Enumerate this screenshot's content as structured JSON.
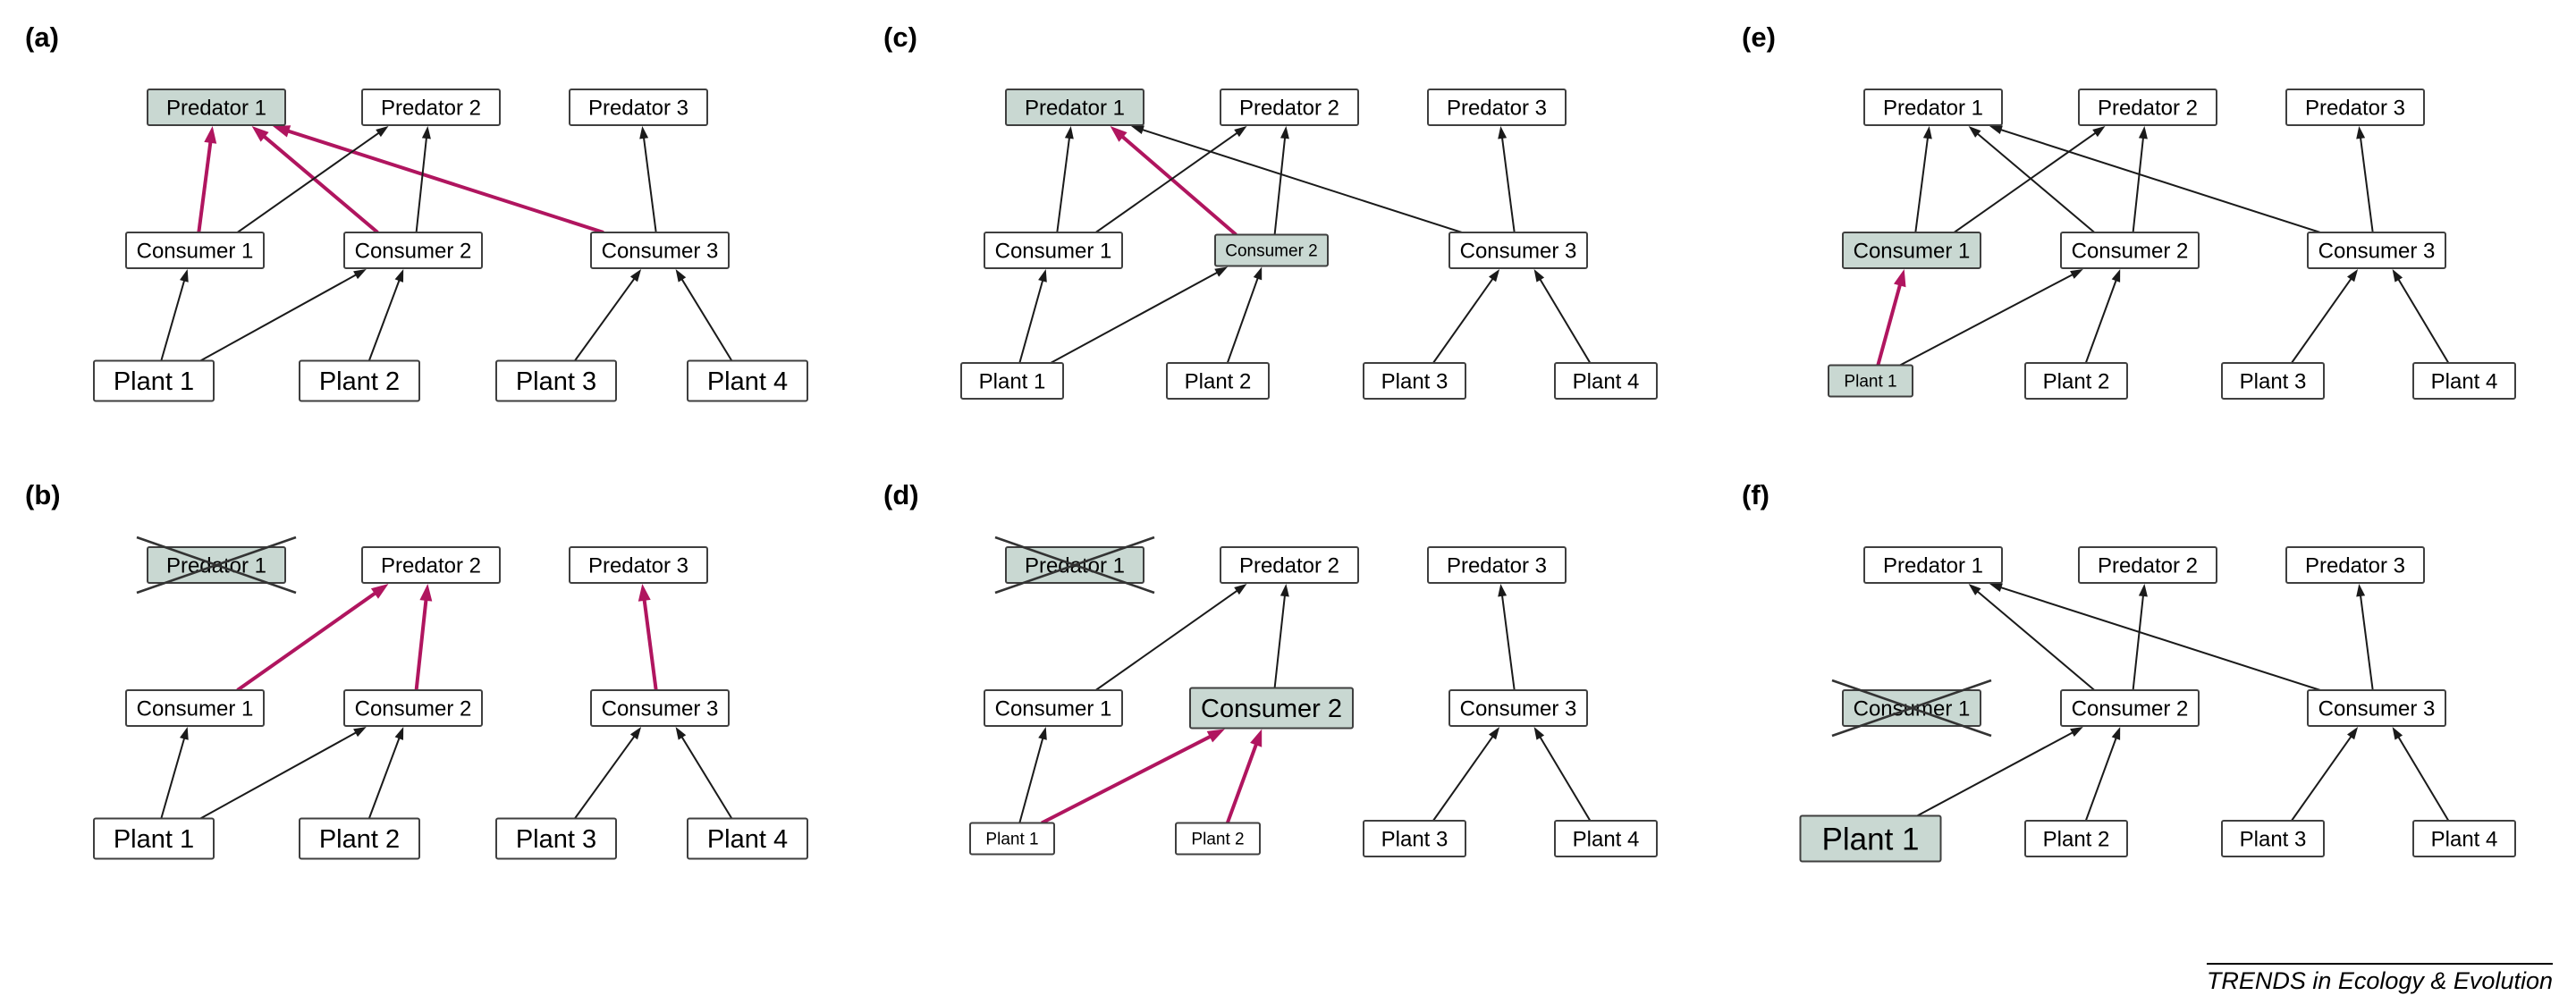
{
  "figure": {
    "credit": "TRENDS in Ecology & Evolution"
  },
  "colors": {
    "background": "#ffffff",
    "node_fill": "#ffffff",
    "highlight_fill": "#c9d8d2",
    "node_border": "#3f3f3f",
    "text": "#000000",
    "edge_black": "#1a1a1a",
    "edge_magenta": "#b0155f",
    "cross": "#333333"
  },
  "panels": [
    {
      "id": "a",
      "label": "(a)",
      "nodes": [
        {
          "id": "pred1",
          "label": "Predator 1",
          "row": "predator",
          "col": 0,
          "highlight": true,
          "crossed": false,
          "size": "normal"
        },
        {
          "id": "pred2",
          "label": "Predator 2",
          "row": "predator",
          "col": 1,
          "highlight": false,
          "crossed": false,
          "size": "normal"
        },
        {
          "id": "pred3",
          "label": "Predator 3",
          "row": "predator",
          "col": 2,
          "highlight": false,
          "crossed": false,
          "size": "normal"
        },
        {
          "id": "cons1",
          "label": "Consumer 1",
          "row": "consumer",
          "col": 0,
          "highlight": false,
          "crossed": false,
          "size": "normal"
        },
        {
          "id": "cons2",
          "label": "Consumer 2",
          "row": "consumer",
          "col": 1,
          "highlight": false,
          "crossed": false,
          "size": "normal"
        },
        {
          "id": "cons3",
          "label": "Consumer 3",
          "row": "consumer",
          "col": 2,
          "highlight": false,
          "crossed": false,
          "size": "normal"
        },
        {
          "id": "plant1",
          "label": "Plant 1",
          "row": "plant",
          "col": 0,
          "highlight": false,
          "crossed": false,
          "size": "large"
        },
        {
          "id": "plant2",
          "label": "Plant 2",
          "row": "plant",
          "col": 1,
          "highlight": false,
          "crossed": false,
          "size": "large"
        },
        {
          "id": "plant3",
          "label": "Plant 3",
          "row": "plant",
          "col": 2,
          "highlight": false,
          "crossed": false,
          "size": "large"
        },
        {
          "id": "plant4",
          "label": "Plant 4",
          "row": "plant",
          "col": 3,
          "highlight": false,
          "crossed": false,
          "size": "large"
        }
      ],
      "edges": [
        {
          "from": "cons1",
          "to": "pred1",
          "color": "magenta"
        },
        {
          "from": "cons2",
          "to": "pred1",
          "color": "magenta"
        },
        {
          "from": "cons3",
          "to": "pred1",
          "color": "magenta"
        },
        {
          "from": "cons1",
          "to": "pred2",
          "color": "black"
        },
        {
          "from": "cons2",
          "to": "pred2",
          "color": "black"
        },
        {
          "from": "cons3",
          "to": "pred3",
          "color": "black"
        },
        {
          "from": "plant1",
          "to": "cons1",
          "color": "black"
        },
        {
          "from": "plant1",
          "to": "cons2",
          "color": "black"
        },
        {
          "from": "plant2",
          "to": "cons2",
          "color": "black"
        },
        {
          "from": "plant3",
          "to": "cons3",
          "color": "black"
        },
        {
          "from": "plant4",
          "to": "cons3",
          "color": "black"
        }
      ]
    },
    {
      "id": "b",
      "label": "(b)",
      "nodes": [
        {
          "id": "pred1",
          "label": "Predator 1",
          "row": "predator",
          "col": 0,
          "highlight": true,
          "crossed": true,
          "size": "normal"
        },
        {
          "id": "pred2",
          "label": "Predator 2",
          "row": "predator",
          "col": 1,
          "highlight": false,
          "crossed": false,
          "size": "normal"
        },
        {
          "id": "pred3",
          "label": "Predator 3",
          "row": "predator",
          "col": 2,
          "highlight": false,
          "crossed": false,
          "size": "normal"
        },
        {
          "id": "cons1",
          "label": "Consumer 1",
          "row": "consumer",
          "col": 0,
          "highlight": false,
          "crossed": false,
          "size": "normal"
        },
        {
          "id": "cons2",
          "label": "Consumer 2",
          "row": "consumer",
          "col": 1,
          "highlight": false,
          "crossed": false,
          "size": "normal"
        },
        {
          "id": "cons3",
          "label": "Consumer 3",
          "row": "consumer",
          "col": 2,
          "highlight": false,
          "crossed": false,
          "size": "normal"
        },
        {
          "id": "plant1",
          "label": "Plant 1",
          "row": "plant",
          "col": 0,
          "highlight": false,
          "crossed": false,
          "size": "large"
        },
        {
          "id": "plant2",
          "label": "Plant 2",
          "row": "plant",
          "col": 1,
          "highlight": false,
          "crossed": false,
          "size": "large"
        },
        {
          "id": "plant3",
          "label": "Plant 3",
          "row": "plant",
          "col": 2,
          "highlight": false,
          "crossed": false,
          "size": "large"
        },
        {
          "id": "plant4",
          "label": "Plant 4",
          "row": "plant",
          "col": 3,
          "highlight": false,
          "crossed": false,
          "size": "large"
        }
      ],
      "edges": [
        {
          "from": "cons1",
          "to": "pred2",
          "color": "magenta"
        },
        {
          "from": "cons2",
          "to": "pred2",
          "color": "magenta"
        },
        {
          "from": "cons3",
          "to": "pred3",
          "color": "magenta"
        },
        {
          "from": "plant1",
          "to": "cons1",
          "color": "black"
        },
        {
          "from": "plant1",
          "to": "cons2",
          "color": "black"
        },
        {
          "from": "plant2",
          "to": "cons2",
          "color": "black"
        },
        {
          "from": "plant3",
          "to": "cons3",
          "color": "black"
        },
        {
          "from": "plant4",
          "to": "cons3",
          "color": "black"
        }
      ]
    },
    {
      "id": "c",
      "label": "(c)",
      "nodes": [
        {
          "id": "pred1",
          "label": "Predator 1",
          "row": "predator",
          "col": 0,
          "highlight": true,
          "crossed": false,
          "size": "normal"
        },
        {
          "id": "pred2",
          "label": "Predator 2",
          "row": "predator",
          "col": 1,
          "highlight": false,
          "crossed": false,
          "size": "normal"
        },
        {
          "id": "pred3",
          "label": "Predator 3",
          "row": "predator",
          "col": 2,
          "highlight": false,
          "crossed": false,
          "size": "normal"
        },
        {
          "id": "cons1",
          "label": "Consumer 1",
          "row": "consumer",
          "col": 0,
          "highlight": false,
          "crossed": false,
          "size": "normal"
        },
        {
          "id": "cons2",
          "label": "Consumer 2",
          "row": "consumer",
          "col": 1,
          "highlight": true,
          "crossed": false,
          "size": "small"
        },
        {
          "id": "cons3",
          "label": "Consumer 3",
          "row": "consumer",
          "col": 2,
          "highlight": false,
          "crossed": false,
          "size": "normal"
        },
        {
          "id": "plant1",
          "label": "Plant 1",
          "row": "plant",
          "col": 0,
          "highlight": false,
          "crossed": false,
          "size": "normal"
        },
        {
          "id": "plant2",
          "label": "Plant 2",
          "row": "plant",
          "col": 1,
          "highlight": false,
          "crossed": false,
          "size": "normal"
        },
        {
          "id": "plant3",
          "label": "Plant 3",
          "row": "plant",
          "col": 2,
          "highlight": false,
          "crossed": false,
          "size": "normal"
        },
        {
          "id": "plant4",
          "label": "Plant 4",
          "row": "plant",
          "col": 3,
          "highlight": false,
          "crossed": false,
          "size": "normal"
        }
      ],
      "edges": [
        {
          "from": "cons2",
          "to": "pred1",
          "color": "magenta"
        },
        {
          "from": "cons1",
          "to": "pred1",
          "color": "black"
        },
        {
          "from": "cons1",
          "to": "pred2",
          "color": "black"
        },
        {
          "from": "cons2",
          "to": "pred2",
          "color": "black"
        },
        {
          "from": "cons3",
          "to": "pred1",
          "color": "black"
        },
        {
          "from": "cons3",
          "to": "pred3",
          "color": "black"
        },
        {
          "from": "plant1",
          "to": "cons1",
          "color": "black"
        },
        {
          "from": "plant1",
          "to": "cons2",
          "color": "black"
        },
        {
          "from": "plant2",
          "to": "cons2",
          "color": "black"
        },
        {
          "from": "plant3",
          "to": "cons3",
          "color": "black"
        },
        {
          "from": "plant4",
          "to": "cons3",
          "color": "black"
        }
      ]
    },
    {
      "id": "d",
      "label": "(d)",
      "nodes": [
        {
          "id": "pred1",
          "label": "Predator 1",
          "row": "predator",
          "col": 0,
          "highlight": true,
          "crossed": true,
          "size": "normal"
        },
        {
          "id": "pred2",
          "label": "Predator 2",
          "row": "predator",
          "col": 1,
          "highlight": false,
          "crossed": false,
          "size": "normal"
        },
        {
          "id": "pred3",
          "label": "Predator 3",
          "row": "predator",
          "col": 2,
          "highlight": false,
          "crossed": false,
          "size": "normal"
        },
        {
          "id": "cons1",
          "label": "Consumer 1",
          "row": "consumer",
          "col": 0,
          "highlight": false,
          "crossed": false,
          "size": "normal"
        },
        {
          "id": "cons2",
          "label": "Consumer 2",
          "row": "consumer",
          "col": 1,
          "highlight": true,
          "crossed": false,
          "size": "large"
        },
        {
          "id": "cons3",
          "label": "Consumer 3",
          "row": "consumer",
          "col": 2,
          "highlight": false,
          "crossed": false,
          "size": "normal"
        },
        {
          "id": "plant1",
          "label": "Plant 1",
          "row": "plant",
          "col": 0,
          "highlight": false,
          "crossed": false,
          "size": "small"
        },
        {
          "id": "plant2",
          "label": "Plant 2",
          "row": "plant",
          "col": 1,
          "highlight": false,
          "crossed": false,
          "size": "small"
        },
        {
          "id": "plant3",
          "label": "Plant 3",
          "row": "plant",
          "col": 2,
          "highlight": false,
          "crossed": false,
          "size": "normal"
        },
        {
          "id": "plant4",
          "label": "Plant 4",
          "row": "plant",
          "col": 3,
          "highlight": false,
          "crossed": false,
          "size": "normal"
        }
      ],
      "edges": [
        {
          "from": "plant1",
          "to": "cons2",
          "color": "magenta"
        },
        {
          "from": "plant2",
          "to": "cons2",
          "color": "magenta"
        },
        {
          "from": "plant1",
          "to": "cons1",
          "color": "black"
        },
        {
          "from": "plant3",
          "to": "cons3",
          "color": "black"
        },
        {
          "from": "plant4",
          "to": "cons3",
          "color": "black"
        },
        {
          "from": "cons1",
          "to": "pred2",
          "color": "black"
        },
        {
          "from": "cons2",
          "to": "pred2",
          "color": "black"
        },
        {
          "from": "cons3",
          "to": "pred3",
          "color": "black"
        }
      ]
    },
    {
      "id": "e",
      "label": "(e)",
      "nodes": [
        {
          "id": "pred1",
          "label": "Predator 1",
          "row": "predator",
          "col": 0,
          "highlight": false,
          "crossed": false,
          "size": "normal"
        },
        {
          "id": "pred2",
          "label": "Predator 2",
          "row": "predator",
          "col": 1,
          "highlight": false,
          "crossed": false,
          "size": "normal"
        },
        {
          "id": "pred3",
          "label": "Predator 3",
          "row": "predator",
          "col": 2,
          "highlight": false,
          "crossed": false,
          "size": "normal"
        },
        {
          "id": "cons1",
          "label": "Consumer 1",
          "row": "consumer",
          "col": 0,
          "highlight": true,
          "crossed": false,
          "size": "normal"
        },
        {
          "id": "cons2",
          "label": "Consumer 2",
          "row": "consumer",
          "col": 1,
          "highlight": false,
          "crossed": false,
          "size": "normal"
        },
        {
          "id": "cons3",
          "label": "Consumer 3",
          "row": "consumer",
          "col": 2,
          "highlight": false,
          "crossed": false,
          "size": "normal"
        },
        {
          "id": "plant1",
          "label": "Plant 1",
          "row": "plant",
          "col": 0,
          "highlight": true,
          "crossed": false,
          "size": "small"
        },
        {
          "id": "plant2",
          "label": "Plant 2",
          "row": "plant",
          "col": 1,
          "highlight": false,
          "crossed": false,
          "size": "normal"
        },
        {
          "id": "plant3",
          "label": "Plant 3",
          "row": "plant",
          "col": 2,
          "highlight": false,
          "crossed": false,
          "size": "normal"
        },
        {
          "id": "plant4",
          "label": "Plant 4",
          "row": "plant",
          "col": 3,
          "highlight": false,
          "crossed": false,
          "size": "normal"
        }
      ],
      "edges": [
        {
          "from": "plant1",
          "to": "cons1",
          "color": "magenta"
        },
        {
          "from": "plant1",
          "to": "cons2",
          "color": "black"
        },
        {
          "from": "plant2",
          "to": "cons2",
          "color": "black"
        },
        {
          "from": "plant3",
          "to": "cons3",
          "color": "black"
        },
        {
          "from": "plant4",
          "to": "cons3",
          "color": "black"
        },
        {
          "from": "cons1",
          "to": "pred1",
          "color": "black"
        },
        {
          "from": "cons1",
          "to": "pred2",
          "color": "black"
        },
        {
          "from": "cons2",
          "to": "pred1",
          "color": "black"
        },
        {
          "from": "cons2",
          "to": "pred2",
          "color": "black"
        },
        {
          "from": "cons3",
          "to": "pred1",
          "color": "black"
        },
        {
          "from": "cons3",
          "to": "pred3",
          "color": "black"
        }
      ]
    },
    {
      "id": "f",
      "label": "(f)",
      "nodes": [
        {
          "id": "pred1",
          "label": "Predator 1",
          "row": "predator",
          "col": 0,
          "highlight": false,
          "crossed": false,
          "size": "normal"
        },
        {
          "id": "pred2",
          "label": "Predator 2",
          "row": "predator",
          "col": 1,
          "highlight": false,
          "crossed": false,
          "size": "normal"
        },
        {
          "id": "pred3",
          "label": "Predator 3",
          "row": "predator",
          "col": 2,
          "highlight": false,
          "crossed": false,
          "size": "normal"
        },
        {
          "id": "cons1",
          "label": "Consumer 1",
          "row": "consumer",
          "col": 0,
          "highlight": true,
          "crossed": true,
          "size": "normal"
        },
        {
          "id": "cons2",
          "label": "Consumer 2",
          "row": "consumer",
          "col": 1,
          "highlight": false,
          "crossed": false,
          "size": "normal"
        },
        {
          "id": "cons3",
          "label": "Consumer 3",
          "row": "consumer",
          "col": 2,
          "highlight": false,
          "crossed": false,
          "size": "normal"
        },
        {
          "id": "plant1",
          "label": "Plant 1",
          "row": "plant",
          "col": 0,
          "highlight": true,
          "crossed": false,
          "size": "xlarge"
        },
        {
          "id": "plant2",
          "label": "Plant 2",
          "row": "plant",
          "col": 1,
          "highlight": false,
          "crossed": false,
          "size": "normal"
        },
        {
          "id": "plant3",
          "label": "Plant 3",
          "row": "plant",
          "col": 2,
          "highlight": false,
          "crossed": false,
          "size": "normal"
        },
        {
          "id": "plant4",
          "label": "Plant 4",
          "row": "plant",
          "col": 3,
          "highlight": false,
          "crossed": false,
          "size": "normal"
        }
      ],
      "edges": [
        {
          "from": "plant1",
          "to": "cons2",
          "color": "black"
        },
        {
          "from": "plant2",
          "to": "cons2",
          "color": "black"
        },
        {
          "from": "plant3",
          "to": "cons3",
          "color": "black"
        },
        {
          "from": "plant4",
          "to": "cons3",
          "color": "black"
        },
        {
          "from": "cons2",
          "to": "pred1",
          "color": "black"
        },
        {
          "from": "cons2",
          "to": "pred2",
          "color": "black"
        },
        {
          "from": "cons3",
          "to": "pred1",
          "color": "black"
        },
        {
          "from": "cons3",
          "to": "pred3",
          "color": "black"
        }
      ]
    }
  ]
}
